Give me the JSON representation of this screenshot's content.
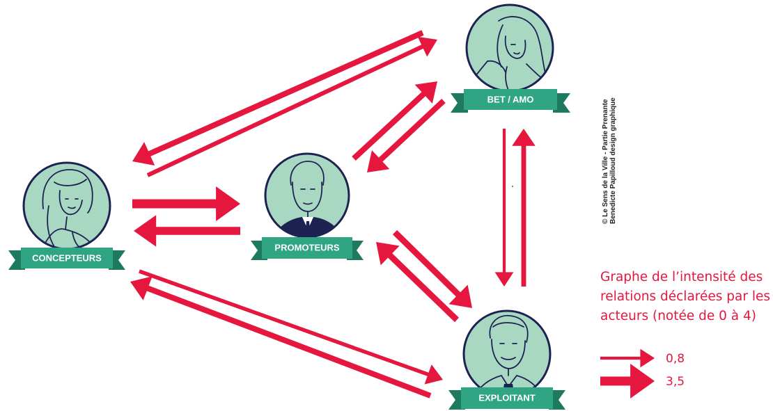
{
  "colors": {
    "arrow": "#e5173f",
    "ribbon": "#2fa583",
    "ribbon_dark": "#1e7a5e",
    "circle_fill": "#a8d8c2",
    "circle_stroke": "#1d2252"
  },
  "actors": {
    "concepteurs": {
      "label": "CONCEPTEURS"
    },
    "promoteurs": {
      "label": "PROMOTEURS"
    },
    "bet_amo": {
      "label": "BET / AMO"
    },
    "exploitant": {
      "label": "EXPLOITANT"
    }
  },
  "credit": {
    "line1": "© Le Sens de la Ville - Partie Prenante",
    "line2": "Benedicte Papilloud design graphique"
  },
  "legend": {
    "title_lines": [
      "Graphe de l’intensité des",
      "relations déclarées par les",
      "acteurs (notée de 0 à 4)"
    ],
    "thin_value": "0,8",
    "thick_value": "3,5"
  },
  "relations": [
    {
      "from": "concepteurs",
      "to": "promoteurs",
      "intensity": 3.5
    },
    {
      "from": "promoteurs",
      "to": "concepteurs",
      "intensity": 3.0
    },
    {
      "from": "concepteurs",
      "to": "bet_amo",
      "intensity": 1.4
    },
    {
      "from": "bet_amo",
      "to": "concepteurs",
      "intensity": 2.0
    },
    {
      "from": "promoteurs",
      "to": "bet_amo",
      "intensity": 2.0
    },
    {
      "from": "bet_amo",
      "to": "promoteurs",
      "intensity": 2.0
    },
    {
      "from": "promoteurs",
      "to": "exploitant",
      "intensity": 2.2
    },
    {
      "from": "exploitant",
      "to": "promoteurs",
      "intensity": 2.2
    },
    {
      "from": "concepteurs",
      "to": "exploitant",
      "intensity": 1.2
    },
    {
      "from": "exploitant",
      "to": "concepteurs",
      "intensity": 2.0
    },
    {
      "from": "bet_amo",
      "to": "exploitant",
      "intensity": 0.8
    },
    {
      "from": "exploitant",
      "to": "bet_amo",
      "intensity": 1.6
    }
  ]
}
